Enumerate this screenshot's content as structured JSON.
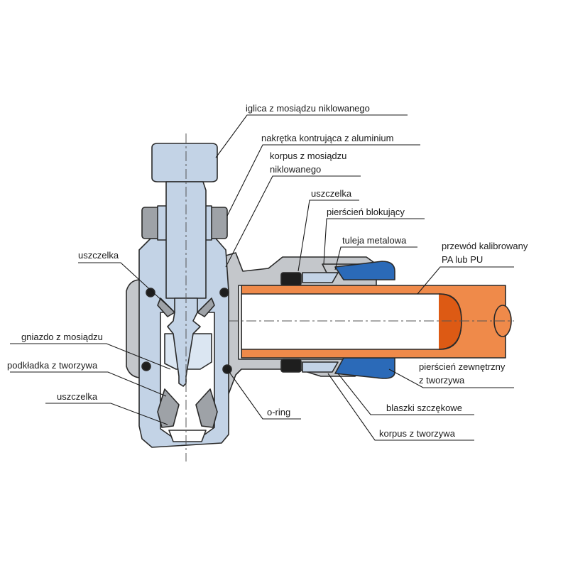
{
  "labels": {
    "iglica": "iglica z mosiądzu niklowanego",
    "nakretka": "nakrętka kontrująca z aluminium",
    "korpus_mosiadz_1": "korpus z mosiądzu",
    "korpus_mosiadz_2": "niklowanego",
    "uszczelka_top": "uszczelka",
    "pierscien_blokujacy": "pierścień blokujący",
    "tuleja": "tuleja metalowa",
    "przewod_1": "przewód kalibrowany",
    "przewod_2": "PA lub PU",
    "uszczelka_left": "uszczelka",
    "gniazdo": "gniazdo z mosiądzu",
    "podkladka": "podkładka z tworzywa",
    "uszczelka_bottom": "uszczelka",
    "oring": "o-ring",
    "pierscien_zewn_1": "pierścień zewnętrzny",
    "pierscien_zewn_2": "z tworzywa",
    "blaszki": "blaszki szczękowe",
    "korpus_tworzywo": "korpus z tworzywa"
  },
  "colors": {
    "brass_nickel": "#c3d3e6",
    "plastic_body": "#c4c7cb",
    "outer_ring": "#2b6ab8",
    "tube": "#ef8a4a",
    "tube_wall": "#dd5a14"
  }
}
